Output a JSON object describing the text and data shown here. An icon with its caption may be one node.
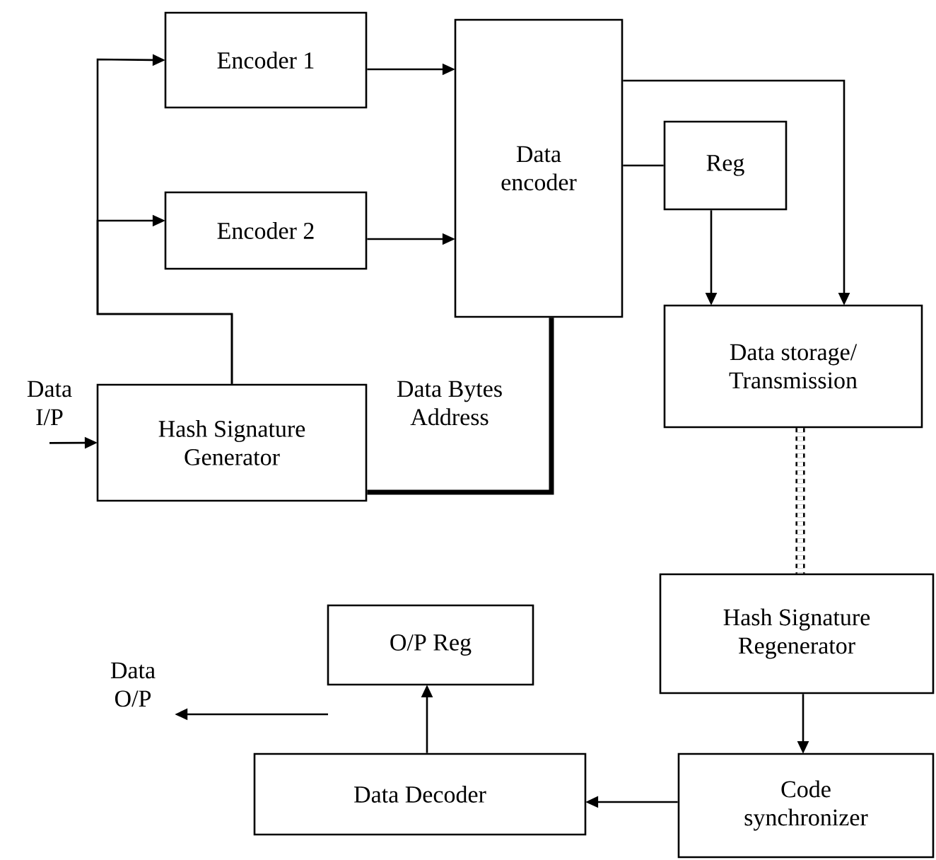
{
  "diagram": {
    "nodes": [
      {
        "text": [
          "Encoder 1"
        ]
      },
      {
        "text": [
          "Encoder 2"
        ]
      },
      {
        "text": [
          "Data encoder"
        ]
      },
      {
        "text": [
          "Reg"
        ]
      },
      {
        "text": [
          "Data storage/ Transmission"
        ]
      },
      {
        "text": [
          "Data I/P"
        ]
      },
      {
        "text": [
          "Hash Signature Generator"
        ]
      },
      {
        "text": [
          "Hash Signature Regenerator"
        ]
      },
      {
        "text": [
          "O/P Reg"
        ]
      },
      {
        "text": [
          "Data O/P"
        ]
      },
      {
        "text": [
          "Data Decoder"
        ]
      },
      {
        "text": [
          "Code synchronizer"
        ]
      }
    ],
    "edges": [
      {
        "from": 6,
        "to": 0,
        "arrow": "to"
      },
      {
        "from": 6,
        "to": 1,
        "arrow": "to"
      },
      {
        "from": 0,
        "to": 2,
        "arrow": "to"
      },
      {
        "from": 1,
        "to": 2,
        "arrow": "to"
      },
      {
        "from": 2,
        "to": 3,
        "arrow": "none"
      },
      {
        "from": 2,
        "to": 4,
        "arrow": "to"
      },
      {
        "from": 3,
        "to": 4,
        "arrow": "to"
      },
      {
        "from": 4,
        "to": 7,
        "arrow": "none",
        "style": "dashed"
      },
      {
        "from": 7,
        "to": 11,
        "arrow": "to"
      },
      {
        "from": 11,
        "to": 10,
        "arrow": "to"
      },
      {
        "from": 10,
        "to": 8,
        "arrow": "to"
      },
      {
        "from": 5,
        "to": 6,
        "arrow": "to"
      },
      {
        "from": null,
        "to": 9,
        "arrow": "to"
      },
      {
        "from": 6,
        "to": 2,
        "arrow": "none",
        "style": "thick",
        "label": "Data Bytes Address"
      }
    ]
  }
}
